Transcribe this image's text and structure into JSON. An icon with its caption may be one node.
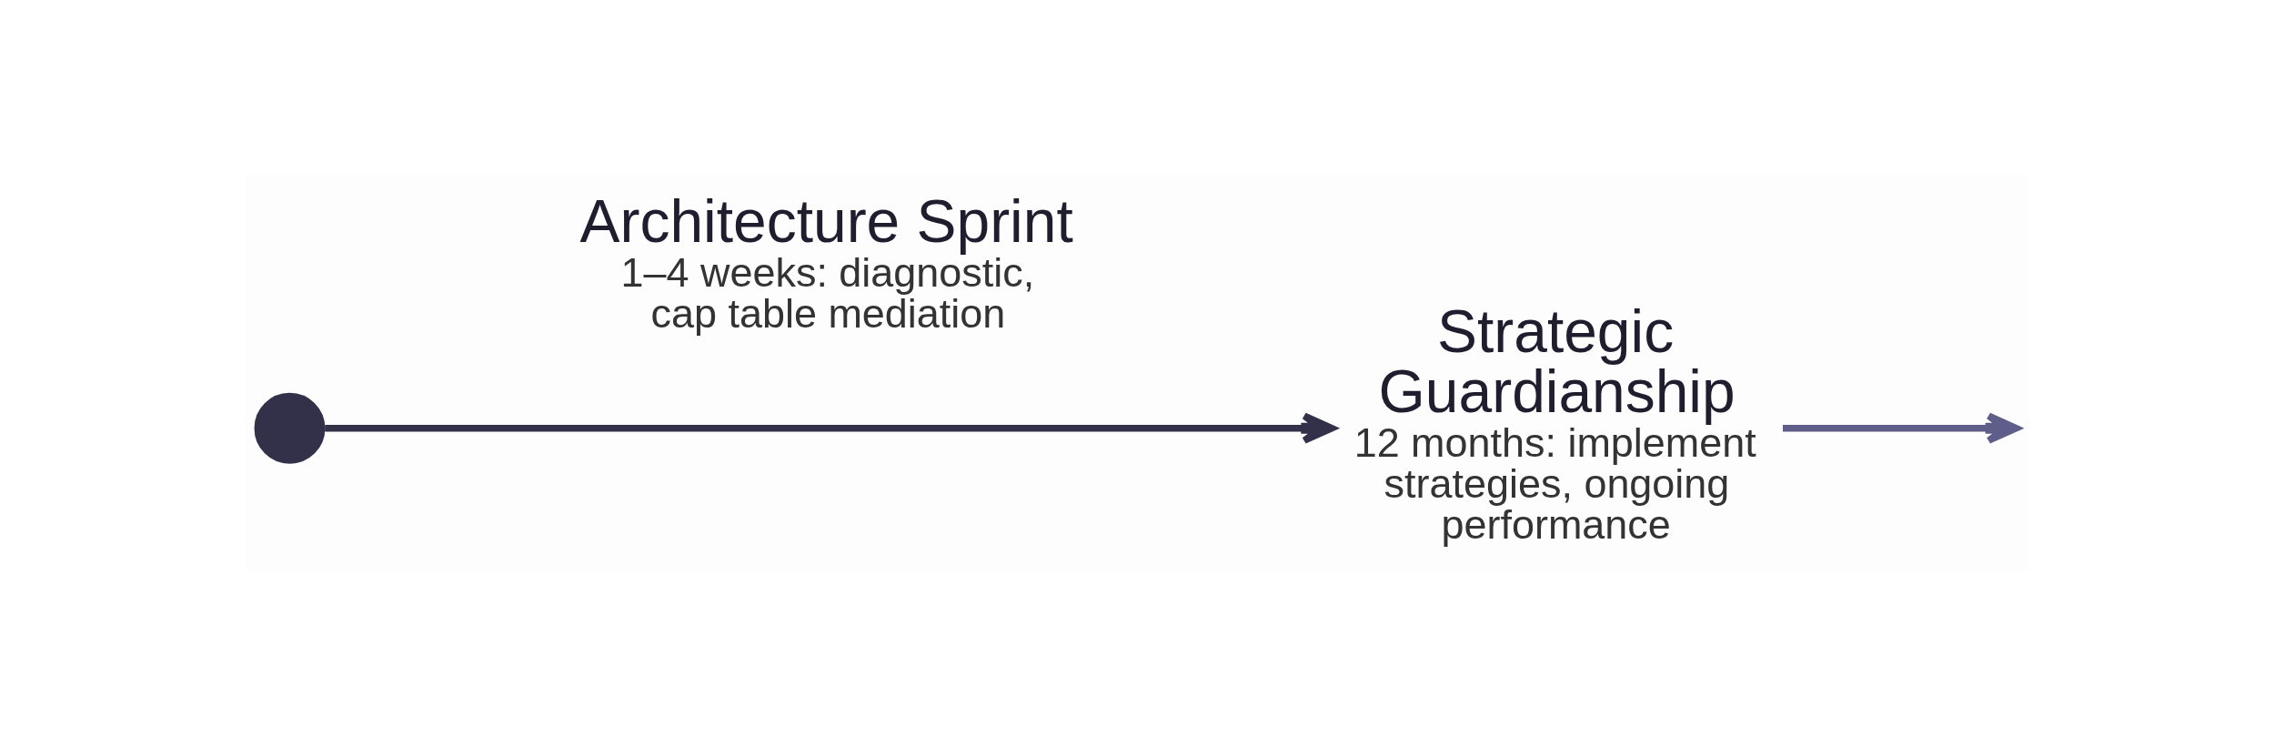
{
  "diagram": {
    "nodes": [
      {
        "text": [],
        "shape": "circle"
      },
      {
        "text": [
          "Architecture Sprint",
          "1–4 weeks: diagnostic, cap table mediation"
        ]
      },
      {
        "text": [
          "Strategic Guardianship",
          "12 months: implement strategies, ongoing performance"
        ]
      }
    ],
    "edges": [
      {
        "from": 0,
        "to": 2,
        "arrow": "to",
        "color": "#33314a"
      },
      {
        "from": 2,
        "to": null,
        "arrow": "to",
        "color": "#5f5d8a"
      }
    ]
  }
}
